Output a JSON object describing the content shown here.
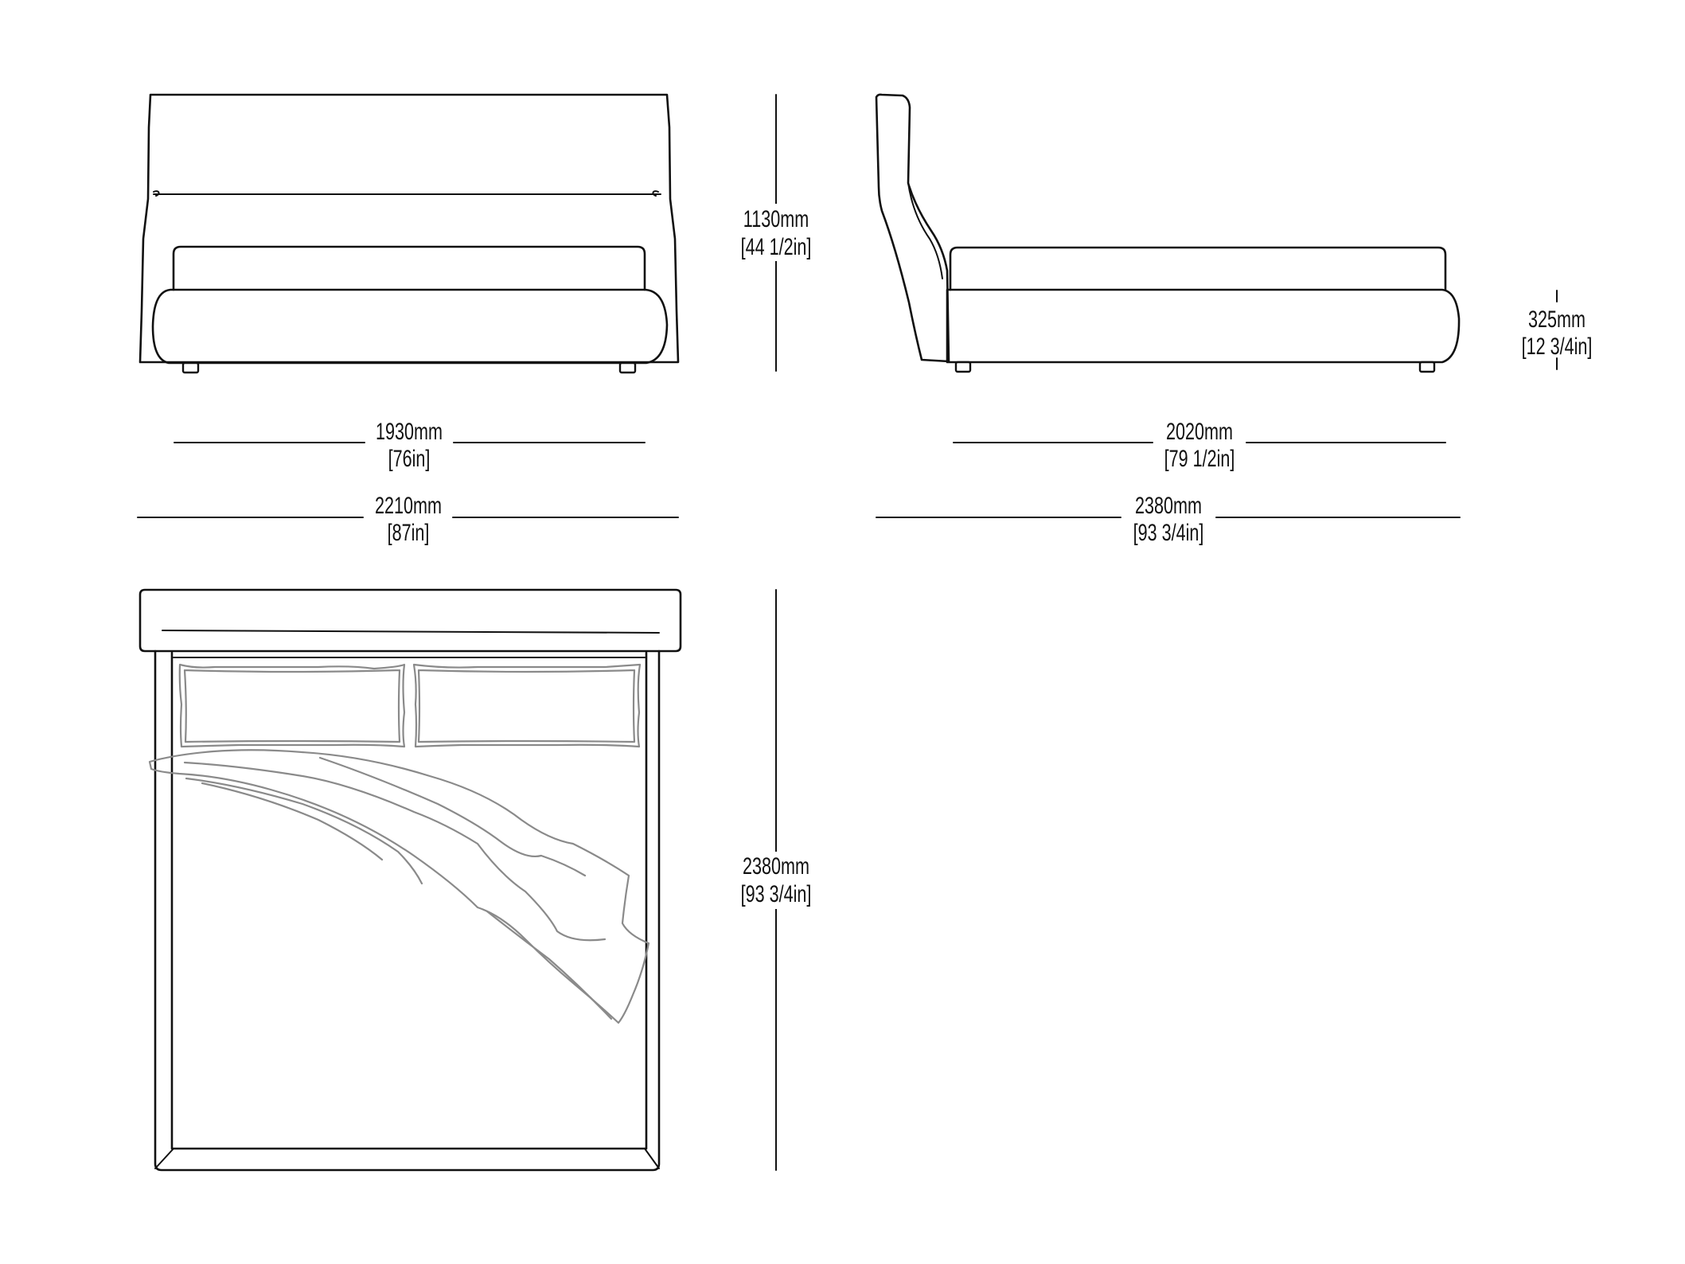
{
  "front_view": {
    "height": {
      "mm": "1130mm",
      "in": "[44 1/2in]"
    },
    "inner_width": {
      "mm": "1930mm",
      "in": "[76in]"
    },
    "outer_width": {
      "mm": "2210mm",
      "in": "[87in]"
    }
  },
  "side_view": {
    "base_height": {
      "mm": "325mm",
      "in": "[12 3/4in]"
    },
    "inner_length": {
      "mm": "2020mm",
      "in": "[79 1/2in]"
    },
    "outer_length": {
      "mm": "2380mm",
      "in": "[93 3/4in]"
    }
  },
  "top_view": {
    "length": {
      "mm": "2380mm",
      "in": "[93 3/4in]"
    }
  },
  "colors": {
    "ink": "#111111",
    "bedding": "#8a8a8a",
    "background": "#ffffff"
  }
}
